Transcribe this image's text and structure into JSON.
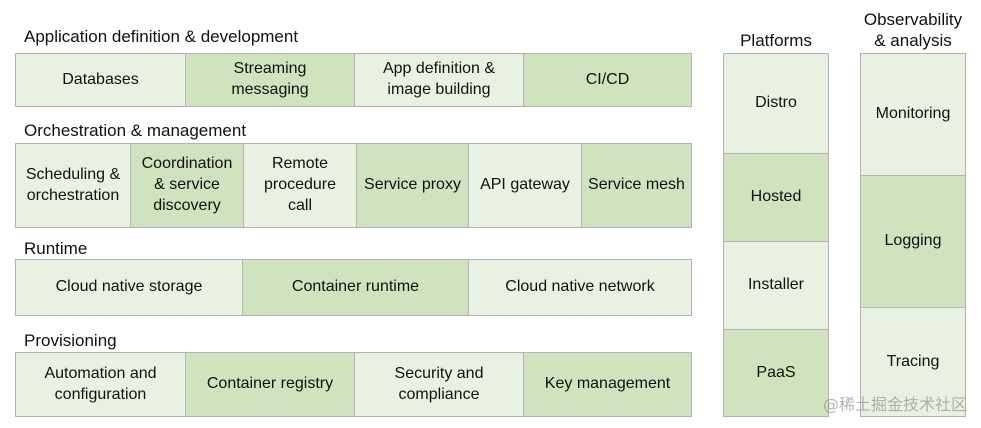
{
  "sections": {
    "app_dev": {
      "title": "Application definition & development",
      "cells": [
        "Databases",
        "Streaming\nmessaging",
        "App definition &\nimage building",
        "CI/CD"
      ]
    },
    "orchestration": {
      "title": "Orchestration & management",
      "cells": [
        "Scheduling &\norchestration",
        "Coordination\n& service\ndiscovery",
        "Remote\nprocedure\ncall",
        "Service proxy",
        "API gateway",
        "Service mesh"
      ]
    },
    "runtime": {
      "title": "Runtime",
      "cells": [
        "Cloud native storage",
        "Container runtime",
        "Cloud native network"
      ]
    },
    "provisioning": {
      "title": "Provisioning",
      "cells": [
        "Automation and\nconfiguration",
        "Container registry",
        "Security and\ncompliance",
        "Key management"
      ]
    }
  },
  "platforms": {
    "title": "Platforms",
    "cells": [
      "Distro",
      "Hosted",
      "Installer",
      "PaaS"
    ]
  },
  "observability": {
    "title": "Observability\n& analysis",
    "cells": [
      "Monitoring",
      "Logging",
      "Tracing"
    ]
  },
  "watermark": "@稀土掘金技术社区"
}
